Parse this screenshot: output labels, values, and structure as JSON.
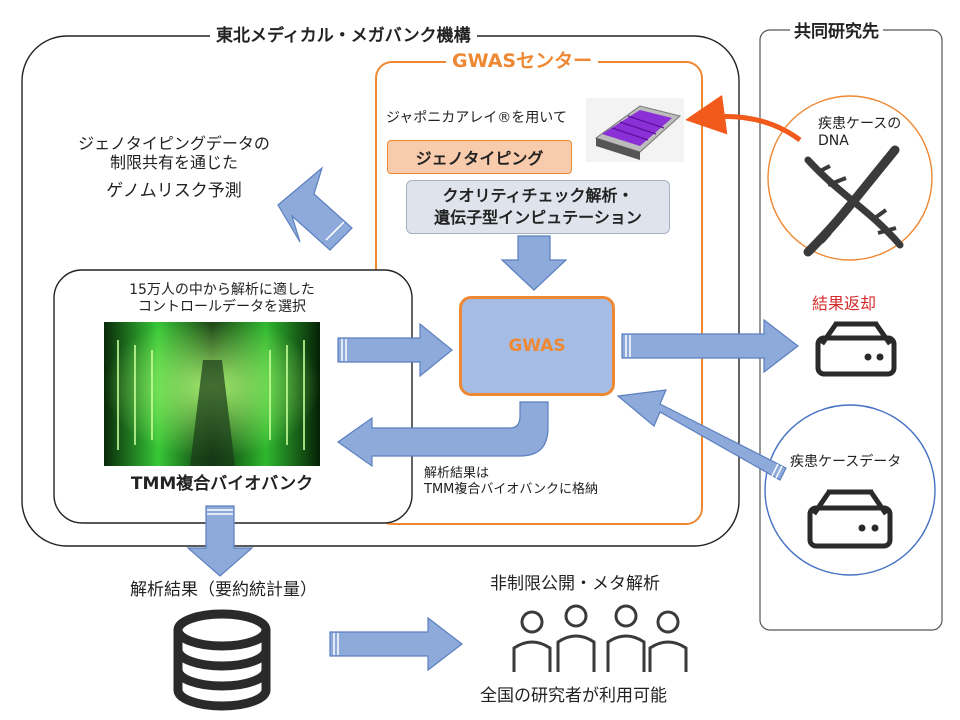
{
  "titles": {
    "org": "東北メディカル・メガバンク機構",
    "gwas_center": "GWASセンター",
    "collaborator": "共同研究先"
  },
  "left": {
    "genome_risk_line1": "ジェノタイピングデータの",
    "genome_risk_line2": "制限共有を通じた",
    "genome_risk_line3": "ゲノムリスク予測"
  },
  "biobank": {
    "select_line1": "15万人の中から解析に適した",
    "select_line2": "コントロールデータを選択",
    "name": "TMM複合バイオバンク"
  },
  "center": {
    "japonica_caption": "ジャポニカアレイ®を用いて",
    "genotyping": "ジェノタイピング",
    "qc_line1": "クオリティチェック解析・",
    "qc_line2": "遺伝子型インピュテーション",
    "gwas": "GWAS",
    "store_line1": "解析結果は",
    "store_line2": "TMM複合バイオバンクに格納"
  },
  "collab": {
    "dna_line1": "疾患ケースの",
    "dna_line2": "DNA",
    "return_result": "結果返却",
    "case_data": "疾患ケースデータ"
  },
  "bottom": {
    "summary": "解析結果（要約統計量）",
    "public": "非制限公開・メタ解析",
    "researchers": "全国の研究者が利用可能"
  },
  "colors": {
    "orange": "#ee8833",
    "arrow_blue": "#8eaadb",
    "arrow_stroke": "#5b7fbf",
    "red_text": "#d62b2b",
    "blue_circle": "#4472c4"
  }
}
